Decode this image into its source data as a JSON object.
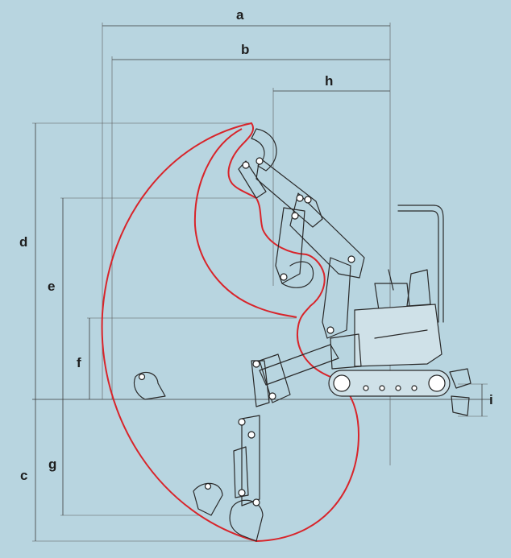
{
  "dimension_labels": {
    "a": "a",
    "b": "b",
    "h": "h",
    "d": "d",
    "e": "e",
    "f": "f",
    "g": "g",
    "c": "c",
    "i": "i"
  },
  "colors": {
    "background": "#b8d5e0",
    "working_envelope": "#d8242a",
    "lines": "#2a2a2a"
  }
}
